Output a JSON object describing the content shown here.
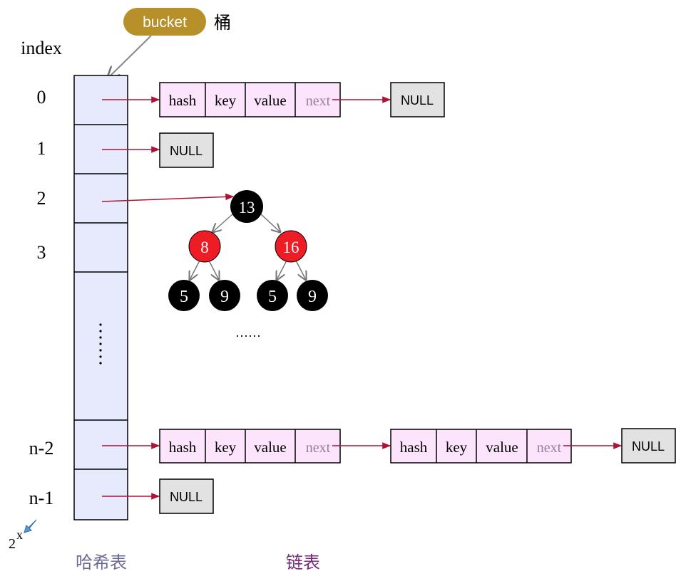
{
  "bucket_label": "bucket",
  "bucket_cn": "桶",
  "index_header": "index",
  "indices": [
    "0",
    "1",
    "2",
    "3",
    "n-2",
    "n-1"
  ],
  "bucket_dots": "⋮",
  "size_label": {
    "base": "2",
    "exp": "x"
  },
  "node_fields": {
    "hash": "hash",
    "key": "key",
    "value": "value",
    "next": "next"
  },
  "null_label": "NULL",
  "tree": {
    "root": "13",
    "left": "8",
    "right": "16",
    "leaves": [
      "5",
      "9",
      "5",
      "9"
    ]
  },
  "tree_ellipsis": "……",
  "hash_table_label": "哈希表",
  "linked_list_label": "链表",
  "colors": {
    "bucket_fill": "#e7e9fc",
    "node_fill": "#fde4fd",
    "null_fill": "#e2e2e2",
    "arrow": "#b01236",
    "tree_black": "#000000",
    "tree_red": "#ee1c24",
    "badge": "#b8902a",
    "hash_label": "#6b6b95",
    "list_label": "#7a2a7a"
  }
}
